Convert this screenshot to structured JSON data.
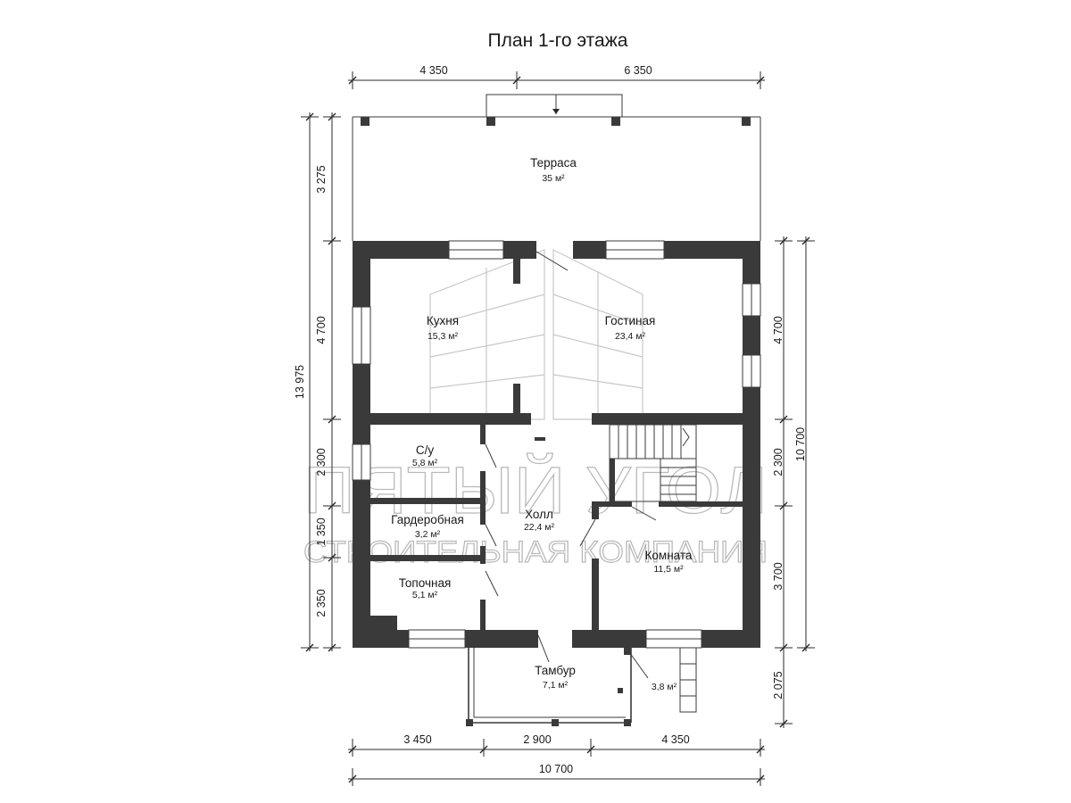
{
  "title": "План 1-го этажа",
  "rooms": [
    {
      "name": "Терраса",
      "area": "35 м²"
    },
    {
      "name": "Кухня",
      "area": "15,3 м²"
    },
    {
      "name": "Гостиная",
      "area": "23,4 м²"
    },
    {
      "name": "С/у",
      "area": "5,8 м²"
    },
    {
      "name": "Гардеробная",
      "area": "3,2 м²"
    },
    {
      "name": "Холл",
      "area": "22,4 м²"
    },
    {
      "name": "Топочная",
      "area": "5,1 м²"
    },
    {
      "name": "Комната",
      "area": "11,5 м²"
    },
    {
      "name": "Тамбур",
      "area": "7,1 м²"
    },
    {
      "name": "",
      "area": "3,8 м²"
    }
  ],
  "dimensions": {
    "top": [
      "4 350",
      "6 350"
    ],
    "bottom": [
      "3 450",
      "2 900",
      "4 350"
    ],
    "bottom_total": "10 700",
    "left": [
      "3 275",
      "4 700",
      "2 300",
      "1 350",
      "2 350"
    ],
    "left_total": "13 975",
    "right": [
      "4 700",
      "2 300",
      "3 700",
      "2 075"
    ],
    "right_total": "10 700"
  },
  "watermark": {
    "line1": "ПЯТЫЙ УГОЛ",
    "line2": "СТРОИТЕЛЬНАЯ КОМПАНИЯ"
  }
}
